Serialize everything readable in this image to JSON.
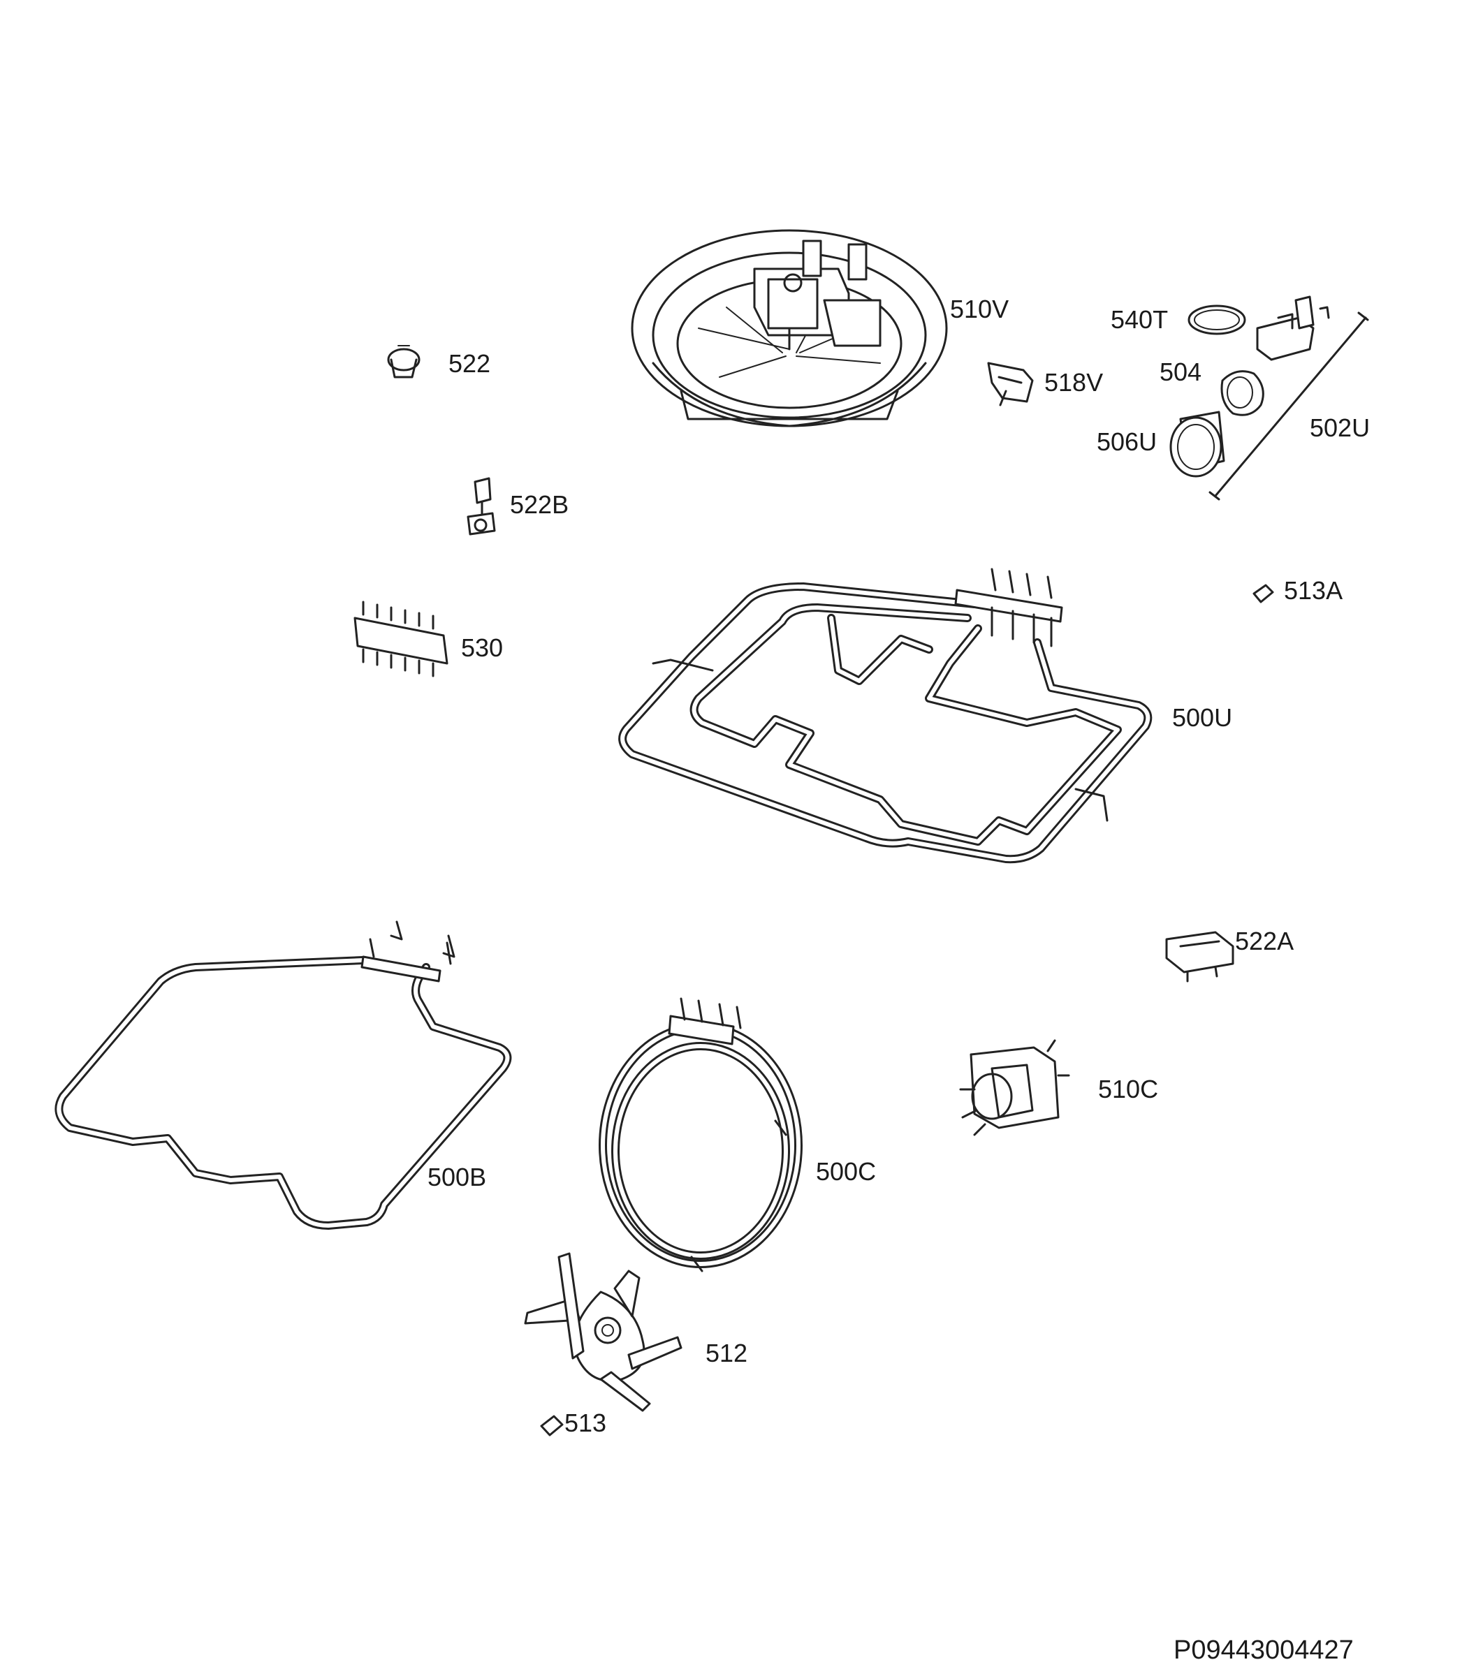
{
  "diagram_code": "P09443004427",
  "parts": [
    {
      "id": "510V",
      "label": "510V",
      "icon": "convection-fan-assembly-icon"
    },
    {
      "id": "540T",
      "label": "540T",
      "icon": "gasket-ring-icon"
    },
    {
      "id": "522",
      "label": "522",
      "icon": "clip-icon"
    },
    {
      "id": "518V",
      "label": "518V",
      "icon": "bracket-icon"
    },
    {
      "id": "504",
      "label": "504",
      "icon": "lamp-bulb-icon"
    },
    {
      "id": "506U",
      "label": "506U",
      "icon": "lamp-cover-icon"
    },
    {
      "id": "502U",
      "label": "502U",
      "icon": "lamp-holder-icon"
    },
    {
      "id": "522B",
      "label": "522B",
      "icon": "thermostat-icon"
    },
    {
      "id": "513A",
      "label": "513A",
      "icon": "nut-icon"
    },
    {
      "id": "530",
      "label": "530",
      "icon": "terminal-block-icon"
    },
    {
      "id": "500U",
      "label": "500U",
      "icon": "upper-heating-element-icon"
    },
    {
      "id": "522A",
      "label": "522A",
      "icon": "safety-thermostat-icon"
    },
    {
      "id": "510C",
      "label": "510C",
      "icon": "cooling-fan-motor-icon"
    },
    {
      "id": "500B",
      "label": "500B",
      "icon": "bottom-heating-element-icon"
    },
    {
      "id": "500C",
      "label": "500C",
      "icon": "circular-heating-element-icon"
    },
    {
      "id": "512",
      "label": "512",
      "icon": "fan-blade-icon"
    },
    {
      "id": "513",
      "label": "513",
      "icon": "nut-icon"
    }
  ]
}
